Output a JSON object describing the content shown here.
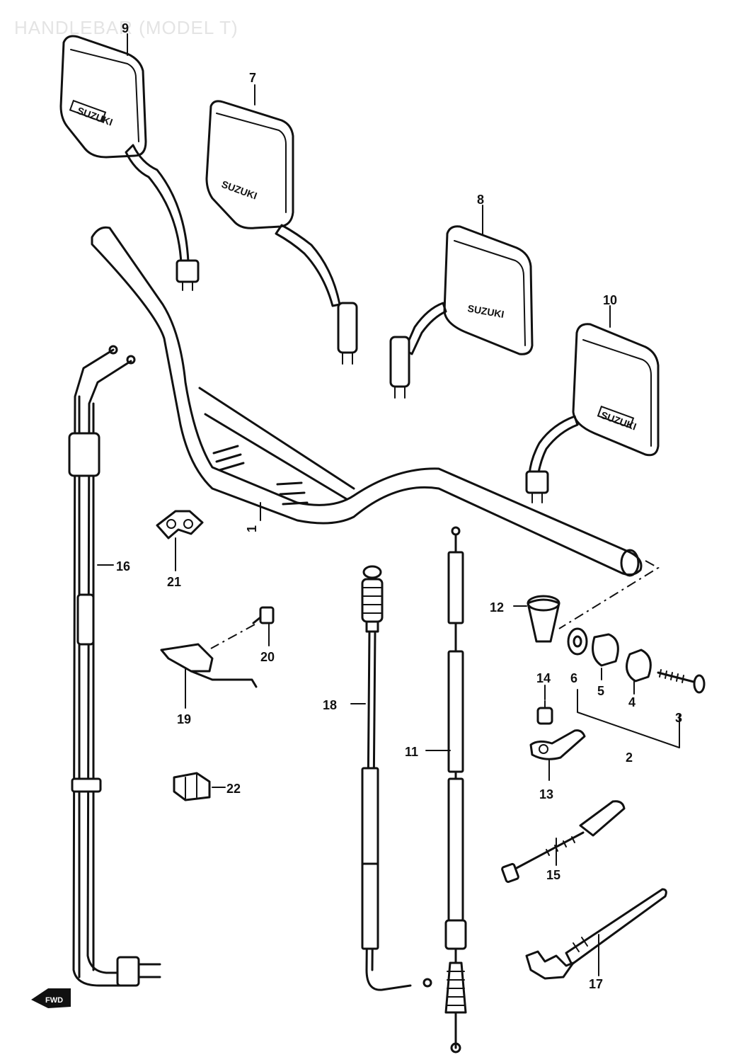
{
  "title": "HANDLEBAR (MODEL T)",
  "brand_mark": "SUZUKI",
  "labels": {
    "p1": "1",
    "p2": "2",
    "p3": "3",
    "p4": "4",
    "p5": "5",
    "p6": "6",
    "p7": "7",
    "p8": "8",
    "p9": "9",
    "p10": "10",
    "p11": "11",
    "p12": "12",
    "p13": "13",
    "p14": "14",
    "p15": "15",
    "p16": "16",
    "p17": "17",
    "p18": "18",
    "p19": "19",
    "p20": "20",
    "p21": "21",
    "p22": "22"
  },
  "front_arrow": "FWD",
  "icons": {
    "front_arrow": "front-direction-arrow-icon"
  }
}
